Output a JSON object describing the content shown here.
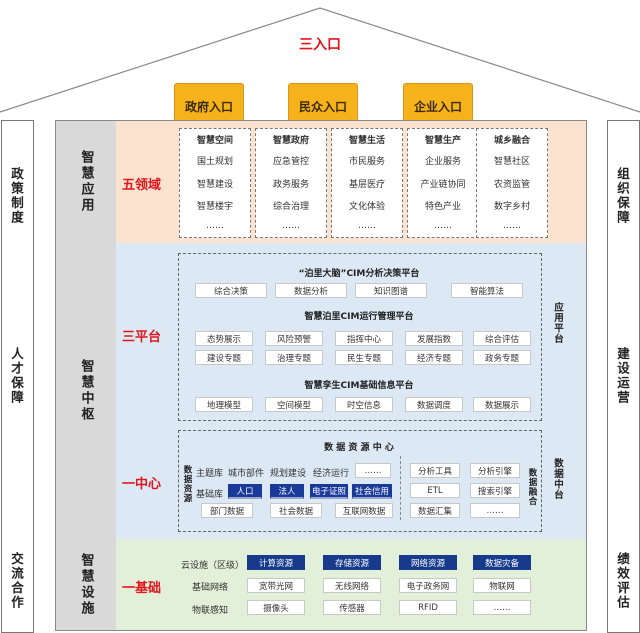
{
  "title": "三入口",
  "entries": [
    "政府入口",
    "民众入口",
    "企业入口"
  ],
  "left_pillar": [
    "政策制度",
    "人才保障",
    "交流合作"
  ],
  "right_pillar": [
    "组织保障",
    "建设运营",
    "绩效评估"
  ],
  "rows": {
    "app": {
      "label": "智慧应用",
      "red": "五领域"
    },
    "hub": {
      "label": "智慧中枢",
      "red1": "三平台",
      "red2": "一中心"
    },
    "infra": {
      "label": "智慧设施",
      "red": "一基础"
    }
  },
  "domains": [
    {
      "head": "智慧空间",
      "items": [
        "国土规划",
        "智慧建设",
        "智慧楼宇",
        "……"
      ]
    },
    {
      "head": "智慧政府",
      "items": [
        "应急管控",
        "政务服务",
        "综合治理",
        "……"
      ]
    },
    {
      "head": "智慧生活",
      "items": [
        "市民服务",
        "基层医疗",
        "文化体验",
        "……"
      ]
    },
    {
      "head": "智慧生产",
      "items": [
        "企业服务",
        "产业链协同",
        "特色产业",
        "……"
      ]
    },
    {
      "head": "城乡融合",
      "items": [
        "智慧社区",
        "农资监管",
        "数字乡村",
        "……"
      ]
    }
  ],
  "platform1": {
    "title": "“泊里大脑”CIM分析决策平台",
    "items": [
      "综合决策",
      "数据分析",
      "知识图谱",
      "智能算法"
    ]
  },
  "platform2": {
    "title": "智慧泊里CIM运行管理平台",
    "row1": [
      "态势展示",
      "风险预警",
      "指挥中心",
      "发展指数",
      "综合评估"
    ],
    "row2": [
      "建设专题",
      "治理专题",
      "民生专题",
      "经济专题",
      "政务专题"
    ]
  },
  "platform3": {
    "title": "智慧孪生CIM基础信息平台",
    "items": [
      "地理模型",
      "空间模型",
      "时空信息",
      "数据调度",
      "数据展示"
    ]
  },
  "app_platform_label": "应用平台",
  "data_center": {
    "title": "数 据 资 源 中 心",
    "side_label": "数据资源",
    "row1_label": "主题库",
    "row1": [
      "城市部件",
      "规划建设",
      "经济运行",
      "……"
    ],
    "row2_label": "基础库",
    "row2": [
      "人口",
      "法人",
      "电子证照",
      "社会信用"
    ],
    "row3": [
      "部门数据",
      "社会数据",
      "互联网数据"
    ],
    "fusion": [
      "分析工具",
      "分析引擎",
      "ETL",
      "搜索引擎",
      "数据汇集",
      "……"
    ],
    "fusion_label": "数据融合",
    "hub_label": "数据中台"
  },
  "infra": {
    "row1_label": "云设施（区级）",
    "row1": [
      "计算资源",
      "存储资源",
      "网络资源",
      "数据灾备"
    ],
    "row2_label": "基础网络",
    "row2": [
      "宽带光网",
      "无线网络",
      "电子政务网",
      "物联网"
    ],
    "row3_label": "物联感知",
    "row3": [
      "摄像头",
      "传感器",
      "RFID",
      "……"
    ]
  },
  "colors": {
    "roof_red": "#e0161c",
    "entry_gold": "#f6b21a",
    "app_bg": "#fbe3cf",
    "hub_bg": "#dde8f5",
    "infra_bg": "#e2efd9",
    "dark_blue": "#173a8c"
  }
}
